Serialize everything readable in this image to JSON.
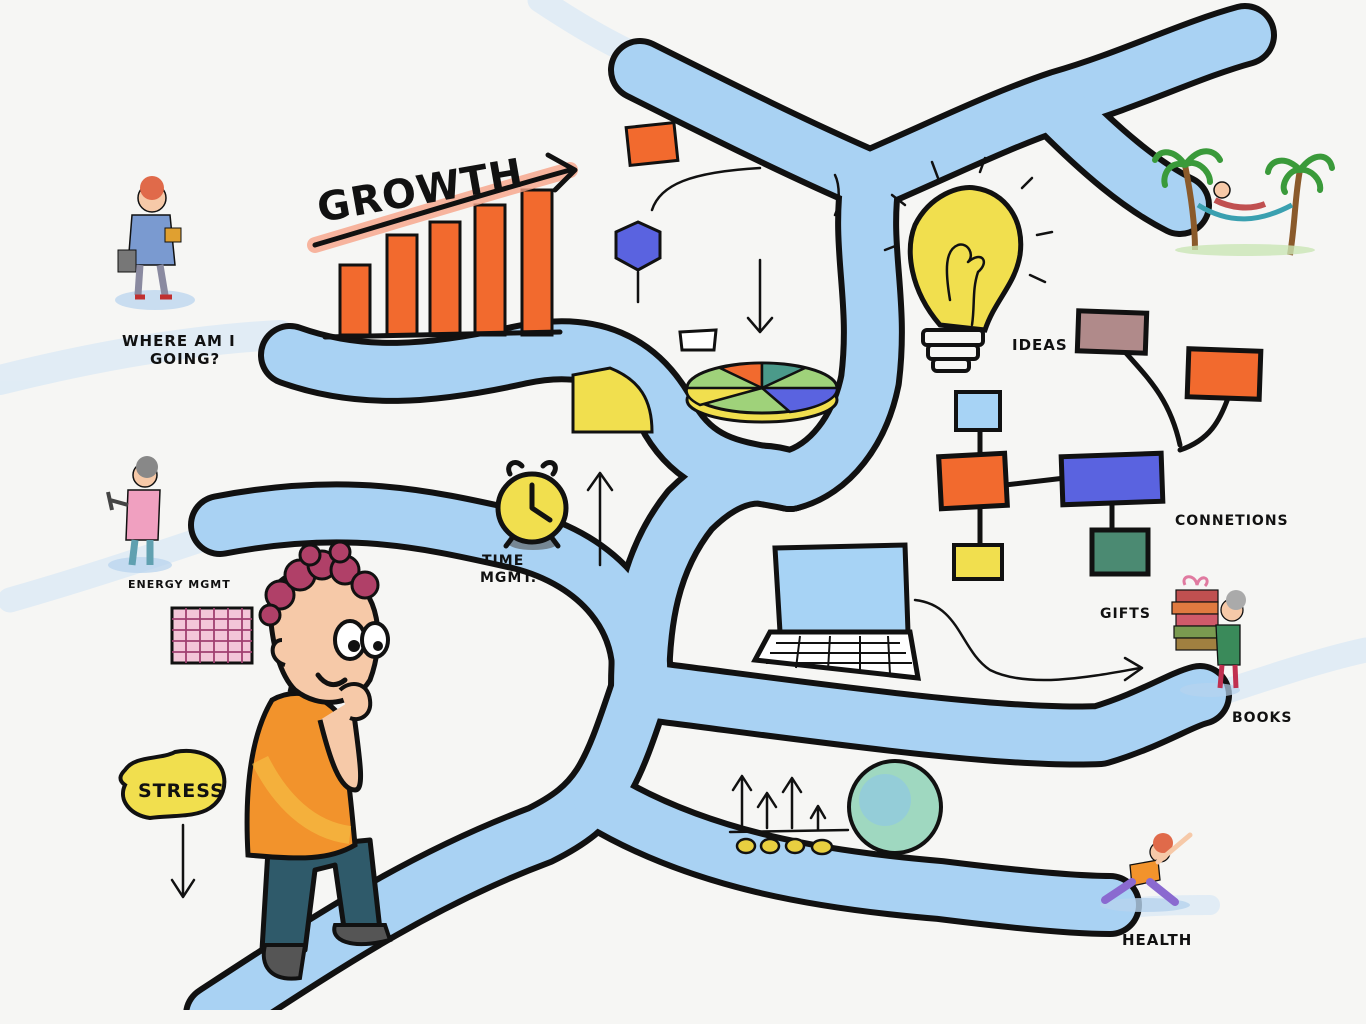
{
  "labels": {
    "growth": "GROWTH",
    "where_am_i": "WHERE AM I",
    "going": "GOING?",
    "ideas": "IDEAS",
    "connetions": "CONNETIONS",
    "time": "TIME",
    "mgmt": "MGMT.",
    "energy": "ENERGY MGMT",
    "gifts": "GIFTS",
    "books": "BOOKS",
    "stress": "STRESS",
    "health": "HEALTH"
  },
  "colors": {
    "river": "#a9d2f3",
    "orange": "#f26a2e",
    "blue": "#5a63e0",
    "yellow": "#f1df4e",
    "light_blue": "#a7d3f5",
    "teal": "#4b8a72",
    "mauve": "#b08a8a",
    "pink": "#f3c6d8",
    "green_globe": "#9fd8c0"
  },
  "icons": [
    "bar-chart-icon",
    "growth-arrow-icon",
    "lightbulb-icon",
    "pie-chart-icon",
    "alarm-clock-icon",
    "laptop-icon",
    "hexagon-icon",
    "calendar-grid-icon",
    "globe-icon",
    "palm-tree-icon",
    "hammock-icon",
    "gift-stack-icon"
  ]
}
